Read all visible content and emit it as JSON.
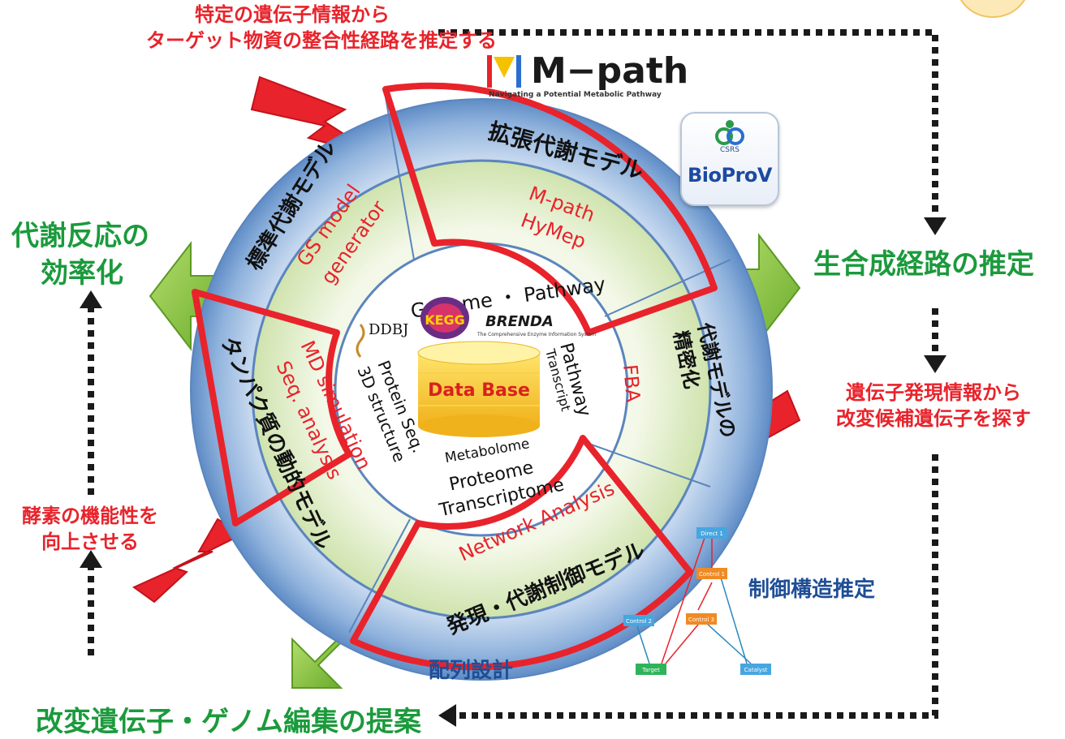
{
  "labels": {
    "top_note_line1": "特定の遺伝子情報から",
    "top_note_line2": "ターゲット物資の整合性経路を推定する",
    "left_green_line1": "代謝反応の",
    "left_green_line2": "効率化",
    "right_green": "生合成経路の推定",
    "right_note_line1": "遺伝子発現情報から",
    "right_note_line2": "改変候補遺伝子を探す",
    "left_note_line1": "酵素の機能性を",
    "left_note_line2": "向上させる",
    "bottom_green": "改変遺伝子・ゲノム編集の提案",
    "control_structure": "制御構造推定",
    "sequence_design": "配列設計"
  },
  "logos": {
    "mpath_title": "M−path",
    "mpath_subtitle": "Navigating a Potential Metabolic Pathway",
    "bioprov_sub": "CSRS",
    "bioprov_text": "BioProV"
  },
  "ring_outer": {
    "standard_model": "標準代謝モデル",
    "extended_model": "拡張代謝モデル",
    "refined_model": "代謝モデルの精密化",
    "expression_model": "発現・代謝制御モデル",
    "protein_dynamics_model": "タンパク質の動的モデル"
  },
  "ring_inner": {
    "gs_model_1": "GS model",
    "gs_model_2": "generator",
    "mpath_1": "M-path",
    "mpath_2": "HyMep",
    "fba": "FBA",
    "network": "Network Analysis",
    "md_1": "MD simulation",
    "md_2": "Seq. analysis"
  },
  "core": {
    "genome_pathway": "Genome ・ Pathway",
    "ddbj": "DDBJ",
    "kegg": "KEGG",
    "brenda": "BRENDA",
    "brenda_sub": "The Comprehensive Enzyme Information System",
    "pathway": "Pathway",
    "transcript": "Transcript",
    "protein_seq": "Protein Seq.",
    "structure_3d": "3D structure",
    "database": "Data Base",
    "metabolome": "Metabolome",
    "proteome": "Proteome",
    "transcriptome": "Transcriptome"
  },
  "network_nodes": {
    "n1": "Direct 1",
    "n2": "Control 1",
    "n3": "Control 2",
    "n4": "Control 3",
    "target": "Target",
    "catalyst": "Catalyst"
  },
  "colors": {
    "accent_red": "#e8232b",
    "accent_green": "#1b9a3c",
    "accent_blue": "#1f4e96",
    "arrow_green": "#8cc63f",
    "ring_blue": "#7ea4d3",
    "ring_green": "#d6e8b8"
  },
  "icons": [
    "bolt-icon",
    "arrow-green-icon",
    "dotted-arrow-icon",
    "database-icon",
    "dna-icon"
  ]
}
